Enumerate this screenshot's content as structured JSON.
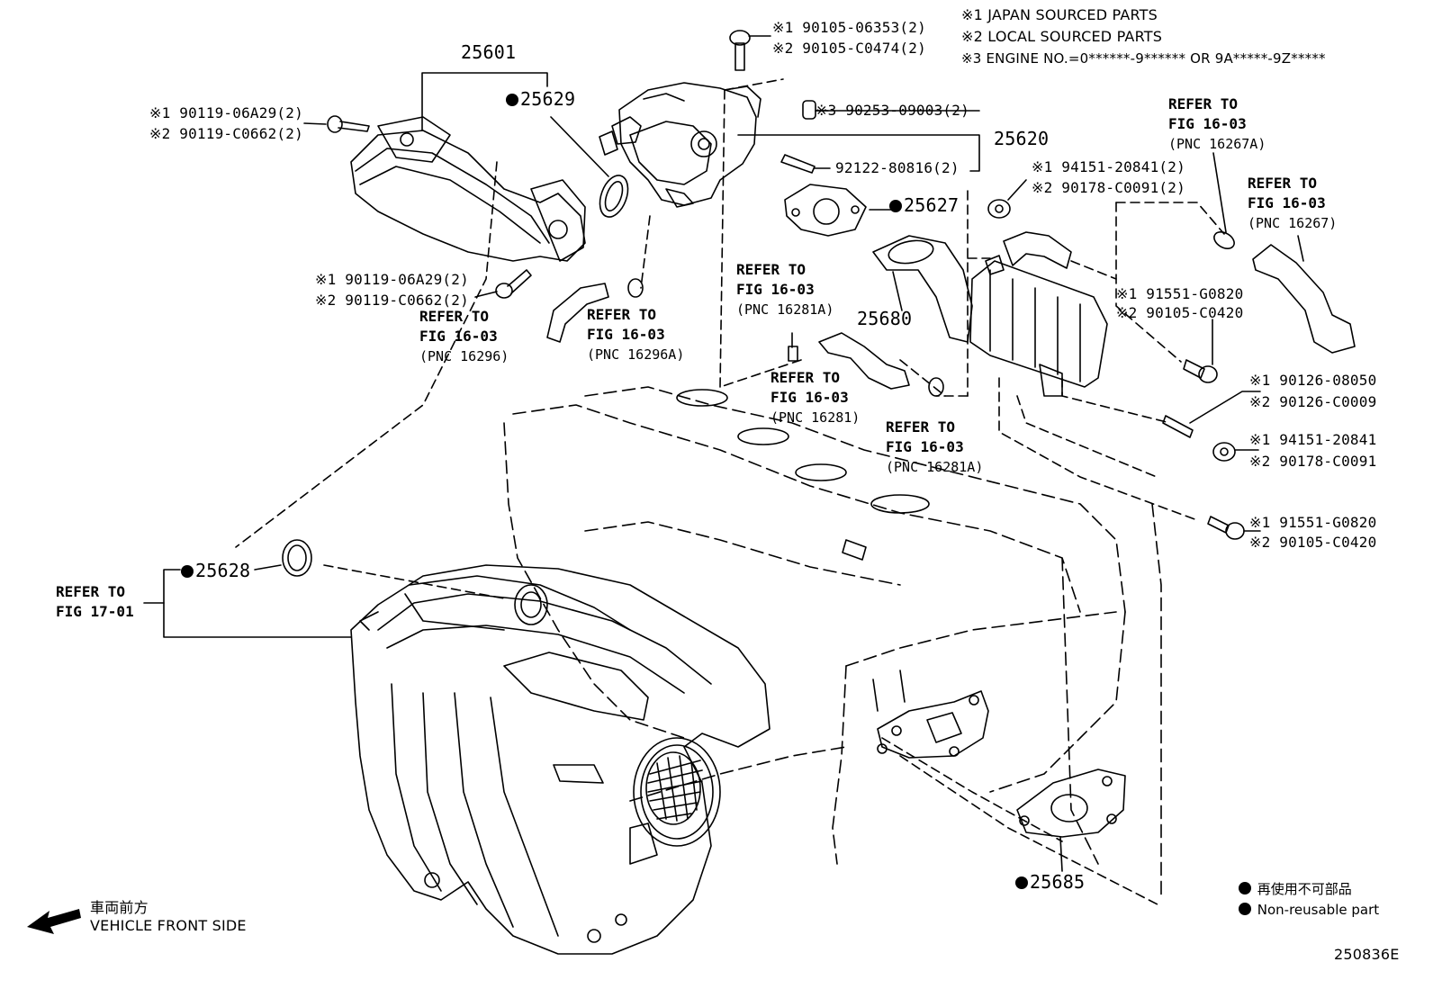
{
  "notes": {
    "n1": "※1 JAPAN SOURCED PARTS",
    "n2": "※2 LOCAL SOURCED PARTS",
    "n3": "※3 ENGINE NO.=0******-9****** OR 9A*****-9Z*****"
  },
  "part_numbers": {
    "p25601": "25601",
    "p25629": "25629",
    "p25620": "25620",
    "p25627": "25627",
    "p25680": "25680",
    "p25628": "25628",
    "p25685": "25685"
  },
  "callouts": {
    "bolt_top_1": "※1 90105-06353(2)",
    "bolt_top_2": "※2 90105-C0474(2)",
    "pin_3": "※3 90253-09003(2)",
    "stud_92122": "92122-80816(2)",
    "nut_a1": "※1 94151-20841(2)",
    "nut_a2": "※2 90178-C0091(2)",
    "left_bolt_a1": "※1 90119-06A29(2)",
    "left_bolt_a2": "※2 90119-C0662(2)",
    "left_bolt_b1": "※1 90119-06A29(2)",
    "left_bolt_b2": "※2 90119-C0662(2)",
    "right_bolt_a1": "※1 91551-G0820",
    "right_bolt_a2": "※2 90105-C0420",
    "right_stud_1": "※1 90126-08050",
    "right_stud_2": "※2 90126-C0009",
    "right_nut_1": "※1 94151-20841",
    "right_nut_2": "※2 90178-C0091",
    "right_bolt_b1": "※1 91551-G0820",
    "right_bolt_b2": "※2 90105-C0420"
  },
  "references": {
    "r16267a": {
      "line1": "REFER TO",
      "line2": "FIG 16-03",
      "pnc": "(PNC 16267A)"
    },
    "r16267": {
      "line1": "REFER TO",
      "line2": "FIG 16-03",
      "pnc": "(PNC 16267)"
    },
    "r16296": {
      "line1": "REFER TO",
      "line2": "FIG 16-03",
      "pnc": "(PNC 16296)"
    },
    "r16296a": {
      "line1": "REFER TO",
      "line2": "FIG 16-03",
      "pnc": "(PNC 16296A)"
    },
    "r16281a_top": {
      "line1": "REFER TO",
      "line2": "FIG 16-03",
      "pnc": "(PNC 16281A)"
    },
    "r16281": {
      "line1": "REFER TO",
      "line2": "FIG 16-03",
      "pnc": "(PNC 16281)"
    },
    "r16281a_bot": {
      "line1": "REFER TO",
      "line2": "FIG 16-03",
      "pnc": "(PNC 16281A)"
    },
    "r1701": {
      "line1": "REFER TO",
      "line2": "FIG 17-01"
    }
  },
  "front": {
    "jp": "車両前方",
    "en": "VEHICLE FRONT SIDE"
  },
  "legend": {
    "jp": "再使用不可部品",
    "en": "Non-reusable part"
  },
  "figure_code": "250836E"
}
